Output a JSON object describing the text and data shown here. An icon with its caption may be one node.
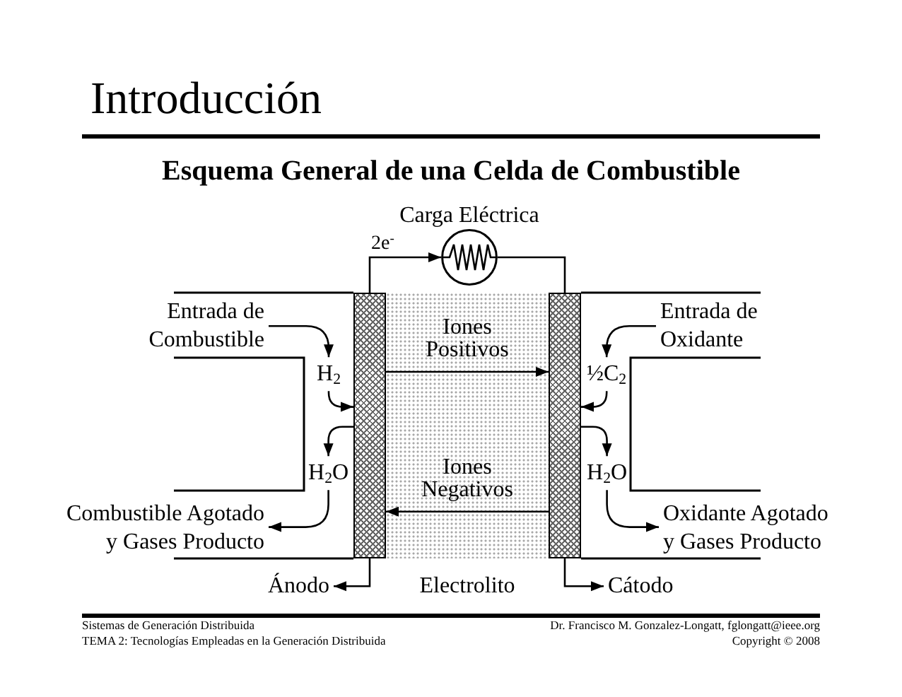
{
  "diagram": {
    "title": "Esquema General de una Celda de Combustible",
    "nodes": [
      {
        "text": [],
        "shape": "circle",
        "beside": [
          "Carga Eléctrica"
        ]
      },
      {
        "text": [
          "Entrada de Combustible"
        ]
      },
      {
        "text": [],
        "shape": "bar"
      },
      {
        "text": [],
        "shape": "bar"
      },
      {
        "text": [
          "Entrada de Oxidante"
        ]
      },
      {
        "text": [
          "H$_{2}$"
        ]
      },
      {
        "text": [
          "½C$_{2}$"
        ]
      },
      {
        "text": [
          "H$_{2}$O"
        ]
      },
      {
        "text": [
          "H$_{2}$O"
        ]
      },
      {
        "text": [
          "Combustible Agotado y Gases Producto"
        ]
      },
      {
        "text": [
          "Oxidante Agotado y Gases Producto"
        ]
      },
      {
        "text": [
          "Ánodo"
        ]
      },
      {
        "text": [
          "Cátodo"
        ]
      }
    ],
    "edges": [
      {
        "from": 2,
        "to": 0,
        "arrow": "to",
        "label": "2e$^{-}$"
      },
      {
        "from": 0,
        "to": 3,
        "arrow": "none"
      },
      {
        "from": 1,
        "to": 5,
        "arrow": "to"
      },
      {
        "from": 5,
        "to": 2,
        "arrow": "to"
      },
      {
        "from": 2,
        "to": 7,
        "arrow": "to"
      },
      {
        "from": 7,
        "to": 9,
        "arrow": "to"
      },
      {
        "from": 4,
        "to": 6,
        "arrow": "to"
      },
      {
        "from": 6,
        "to": 3,
        "arrow": "to"
      },
      {
        "from": 3,
        "to": 8,
        "arrow": "to"
      },
      {
        "from": 8,
        "to": 10,
        "arrow": "to"
      },
      {
        "from": 2,
        "to": 11,
        "arrow": "to"
      },
      {
        "from": 3,
        "to": 12,
        "arrow": "to"
      },
      {
        "from": 2,
        "to": 3,
        "arrow": "to",
        "label": "Iones Positivos"
      },
      {
        "from": 3,
        "to": 2,
        "arrow": "to",
        "label": "Iones Negativos"
      }
    ],
    "labels": [
      "Introducción",
      "Electrolito",
      "Sistemas de Generación Distribuida",
      "Dr. Francisco M. Gonzalez-Longatt, fglongatt@ieee.org",
      "TEMA 2: Tecnologías Empleadas en la Generación Distribuida",
      "Copyright © 2008"
    ]
  }
}
